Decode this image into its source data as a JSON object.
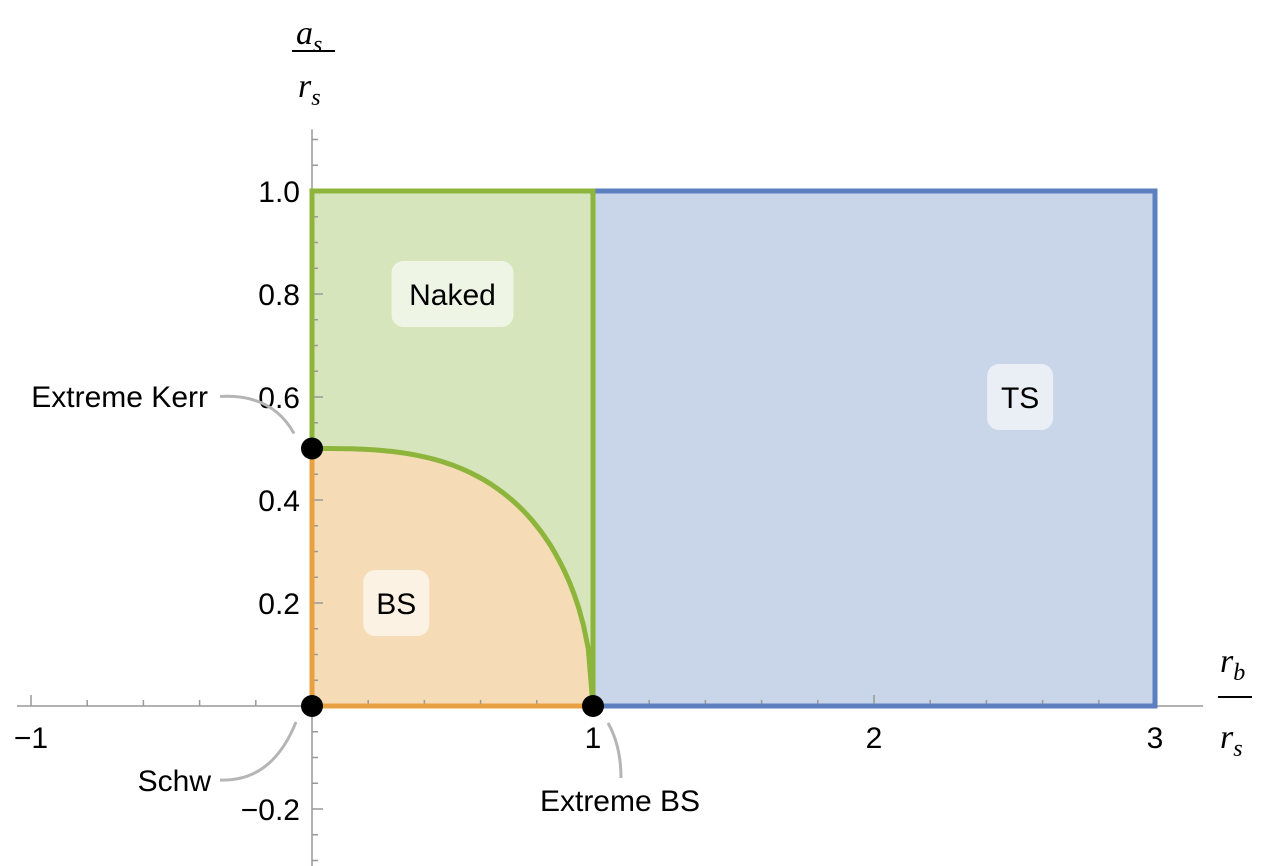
{
  "chart_data": {
    "type": "area",
    "xlim": [
      -1.05,
      3.1
    ],
    "ylim": [
      -0.3,
      1.12
    ],
    "x_ticks": [
      {
        "value": -1,
        "label": "−1"
      },
      {
        "value": 1,
        "label": "1"
      },
      {
        "value": 2,
        "label": "2"
      },
      {
        "value": 3,
        "label": "3"
      }
    ],
    "y_ticks": [
      {
        "value": -0.2,
        "label": "−0.2"
      },
      {
        "value": 0.2,
        "label": "0.2"
      },
      {
        "value": 0.4,
        "label": "0.4"
      },
      {
        "value": 0.6,
        "label": "0.6"
      },
      {
        "value": 0.8,
        "label": "0.8"
      },
      {
        "value": 1.0,
        "label": "1.0"
      }
    ],
    "xlabel": {
      "main": "r",
      "sub": "b",
      "den_main": "r",
      "den_sub": "s"
    },
    "ylabel": {
      "main": "a",
      "sub": "s",
      "den_main": "r",
      "den_sub": "s"
    },
    "regions": [
      {
        "name": "TS",
        "label": "TS",
        "color": "#5b7fbf",
        "fill": "#c9d5e8",
        "polygon": [
          [
            1,
            0
          ],
          [
            3,
            0
          ],
          [
            3,
            1
          ],
          [
            1,
            1
          ]
        ],
        "label_at": [
          2.52,
          0.6
        ]
      },
      {
        "name": "Naked",
        "label": "Naked",
        "color": "#8db53c",
        "fill": "#d6e5bb",
        "polygon": [
          [
            0,
            0.5
          ],
          [
            0,
            1
          ],
          [
            1,
            1
          ],
          [
            1,
            0
          ]
        ],
        "label_at": [
          0.5,
          0.8
        ]
      },
      {
        "name": "BS",
        "label": "BS",
        "color": "#e8a040",
        "fill": "#f6dcb6",
        "polygon": [
          [
            0,
            0
          ],
          [
            0,
            0.5
          ],
          [
            1,
            0
          ]
        ],
        "label_at": [
          0.3,
          0.2
        ]
      }
    ],
    "boundary_curve": {
      "from": [
        0,
        0.5
      ],
      "to": [
        1,
        0
      ],
      "color": "#8db53c"
    },
    "points": [
      {
        "name": "Extreme Kerr",
        "label": "Extreme Kerr",
        "x": 0,
        "y": 0.5
      },
      {
        "name": "Schw",
        "label": "Schw",
        "x": 0,
        "y": 0
      },
      {
        "name": "Extreme BS",
        "label": "Extreme BS",
        "x": 1,
        "y": 0
      }
    ],
    "grid": false
  }
}
